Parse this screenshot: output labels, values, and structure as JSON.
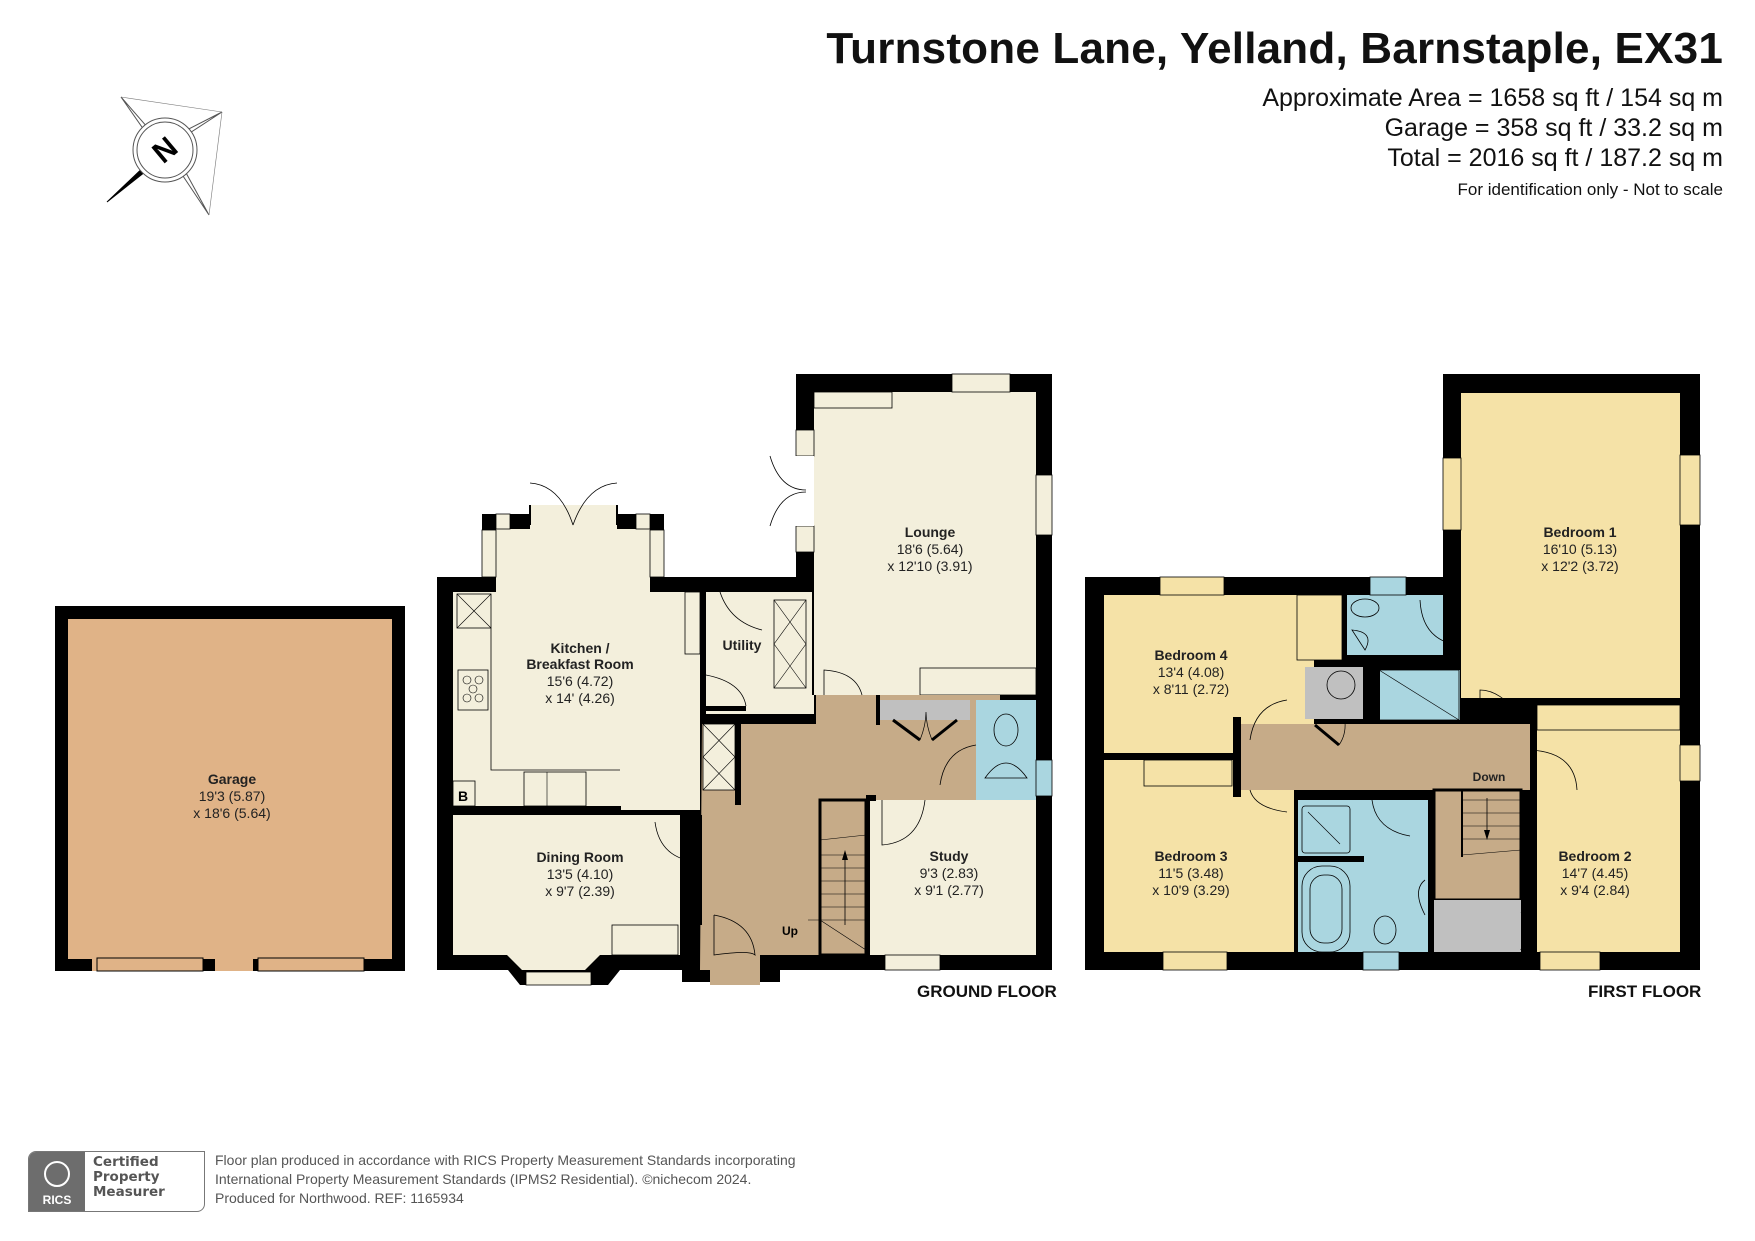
{
  "header": {
    "title": "Turnstone Lane, Yelland, Barnstaple, EX31",
    "areas": [
      "Approximate Area = 1658 sq ft / 154 sq m",
      "Garage = 358 sq ft / 33.2 sq m",
      "Total = 2016 sq ft / 187.2 sq m"
    ],
    "note": "For identification only - Not to scale"
  },
  "compass": {
    "label": "N",
    "icon": "compass-north-icon"
  },
  "colors": {
    "wall": "#000000",
    "garage": "#e0b387",
    "living": "#f3efdc",
    "hall": "#c6ab88",
    "wet": "#aad6e0",
    "bedroom": "#f5e2a7",
    "storage": "#c0c0c0"
  },
  "floors": {
    "ground": {
      "label": "GROUND FLOOR",
      "rooms": [
        {
          "name": "Kitchen /",
          "name2": "Breakfast Room",
          "dim1": "15'6 (4.72)",
          "dim2": "x 14' (4.26)"
        },
        {
          "name": "Utility"
        },
        {
          "name": "Lounge",
          "dim1": "18'6 (5.64)",
          "dim2": "x 12'10 (3.91)"
        },
        {
          "name": "Dining Room",
          "dim1": "13'5 (4.10)",
          "dim2": "x 9'7 (2.39)"
        },
        {
          "name": "Study",
          "dim1": "9'3 (2.83)",
          "dim2": "x 9'1 (2.77)"
        }
      ],
      "stairs_label": "Up",
      "boiler_label": "B"
    },
    "garage": {
      "rooms": [
        {
          "name": "Garage",
          "dim1": "19'3 (5.87)",
          "dim2": "x 18'6 (5.64)"
        }
      ]
    },
    "first": {
      "label": "FIRST FLOOR",
      "rooms": [
        {
          "name": "Bedroom 1",
          "dim1": "16'10 (5.13)",
          "dim2": "x 12'2 (3.72)"
        },
        {
          "name": "Bedroom 4",
          "dim1": "13'4 (4.08)",
          "dim2": "x 8'11 (2.72)"
        },
        {
          "name": "Bedroom 3",
          "dim1": "11'5 (3.48)",
          "dim2": "x 10'9 (3.29)"
        },
        {
          "name": "Bedroom 2",
          "dim1": "14'7 (4.45)",
          "dim2": "x 9'4 (2.84)"
        }
      ],
      "stairs_label": "Down"
    }
  },
  "footer": {
    "badge": {
      "logo": "RICS",
      "line1": "Certified",
      "line2": "Property",
      "line3": "Measurer"
    },
    "lines": [
      "Floor plan produced in accordance with RICS Property Measurement Standards incorporating",
      "International Property Measurement Standards (IPMS2 Residential).   ©nichecom 2024.",
      "Produced for Northwood.   REF: 1165934"
    ]
  }
}
